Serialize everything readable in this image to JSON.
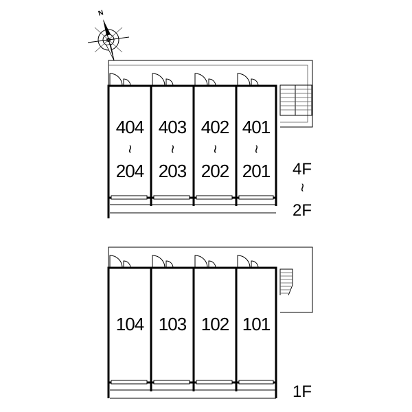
{
  "compass": {
    "north_label": "N"
  },
  "upper_block": {
    "units": [
      {
        "top": "404",
        "tilde": "~",
        "bottom": "204"
      },
      {
        "top": "403",
        "tilde": "~",
        "bottom": "203"
      },
      {
        "top": "402",
        "tilde": "~",
        "bottom": "202"
      },
      {
        "top": "401",
        "tilde": "~",
        "bottom": "201"
      }
    ],
    "floor_top": "4F",
    "floor_tilde": "~",
    "floor_bottom": "2F"
  },
  "lower_block": {
    "units": [
      {
        "label": "104"
      },
      {
        "label": "103"
      },
      {
        "label": "102"
      },
      {
        "label": "101"
      }
    ],
    "floor": "1F"
  }
}
